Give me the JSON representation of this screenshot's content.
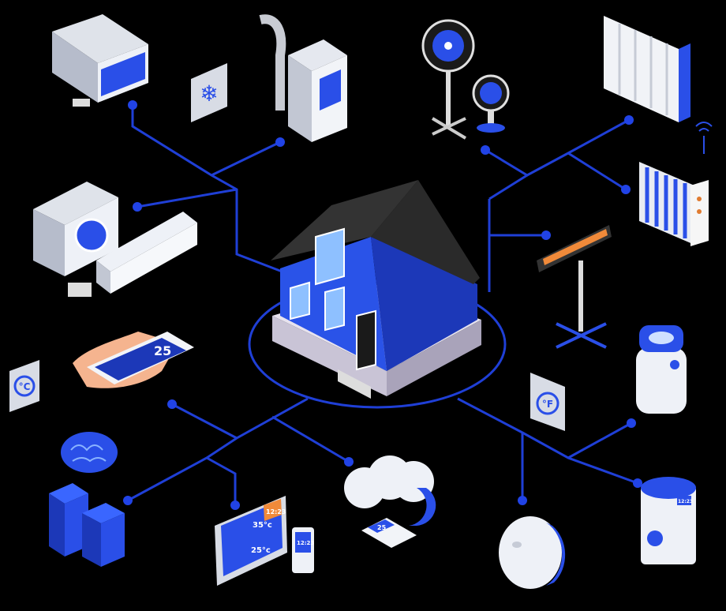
{
  "colors": {
    "background": "#000000",
    "network_line": "#1f3fd6",
    "accent_blue": "#2a4fe8",
    "device_white": "#eef1f7",
    "device_gray": "#b9c0cc",
    "roof": "#222222",
    "heater_glow": "#f08a3a"
  },
  "icons": [
    "window-ac-icon",
    "snowflake-panel-icon",
    "portable-ac-icon",
    "standing-fan-icon",
    "desk-fan-icon",
    "radiator-icon",
    "wifi-signal-icon",
    "oil-heater-icon",
    "split-ac-icon",
    "infrared-heater-icon",
    "smart-house-icon",
    "phone-in-hand-icon",
    "celsius-panel-icon",
    "humidifier-icon",
    "fahrenheit-panel-icon",
    "brain-icon",
    "server-rack-icon",
    "thermostat-tablet-icon",
    "cloud-icon",
    "remote-control-icon",
    "robot-vacuum-icon",
    "air-purifier-icon"
  ],
  "labels": {
    "celsius": "°C",
    "fahrenheit": "°F",
    "phone_temp": "25",
    "tablet_time": "12:23",
    "tablet_temp_top": "35°c",
    "tablet_temp_bottom": "25°c",
    "remote_temp": "25",
    "purifier_time": "12:23",
    "thermostat_time": "12:23"
  }
}
